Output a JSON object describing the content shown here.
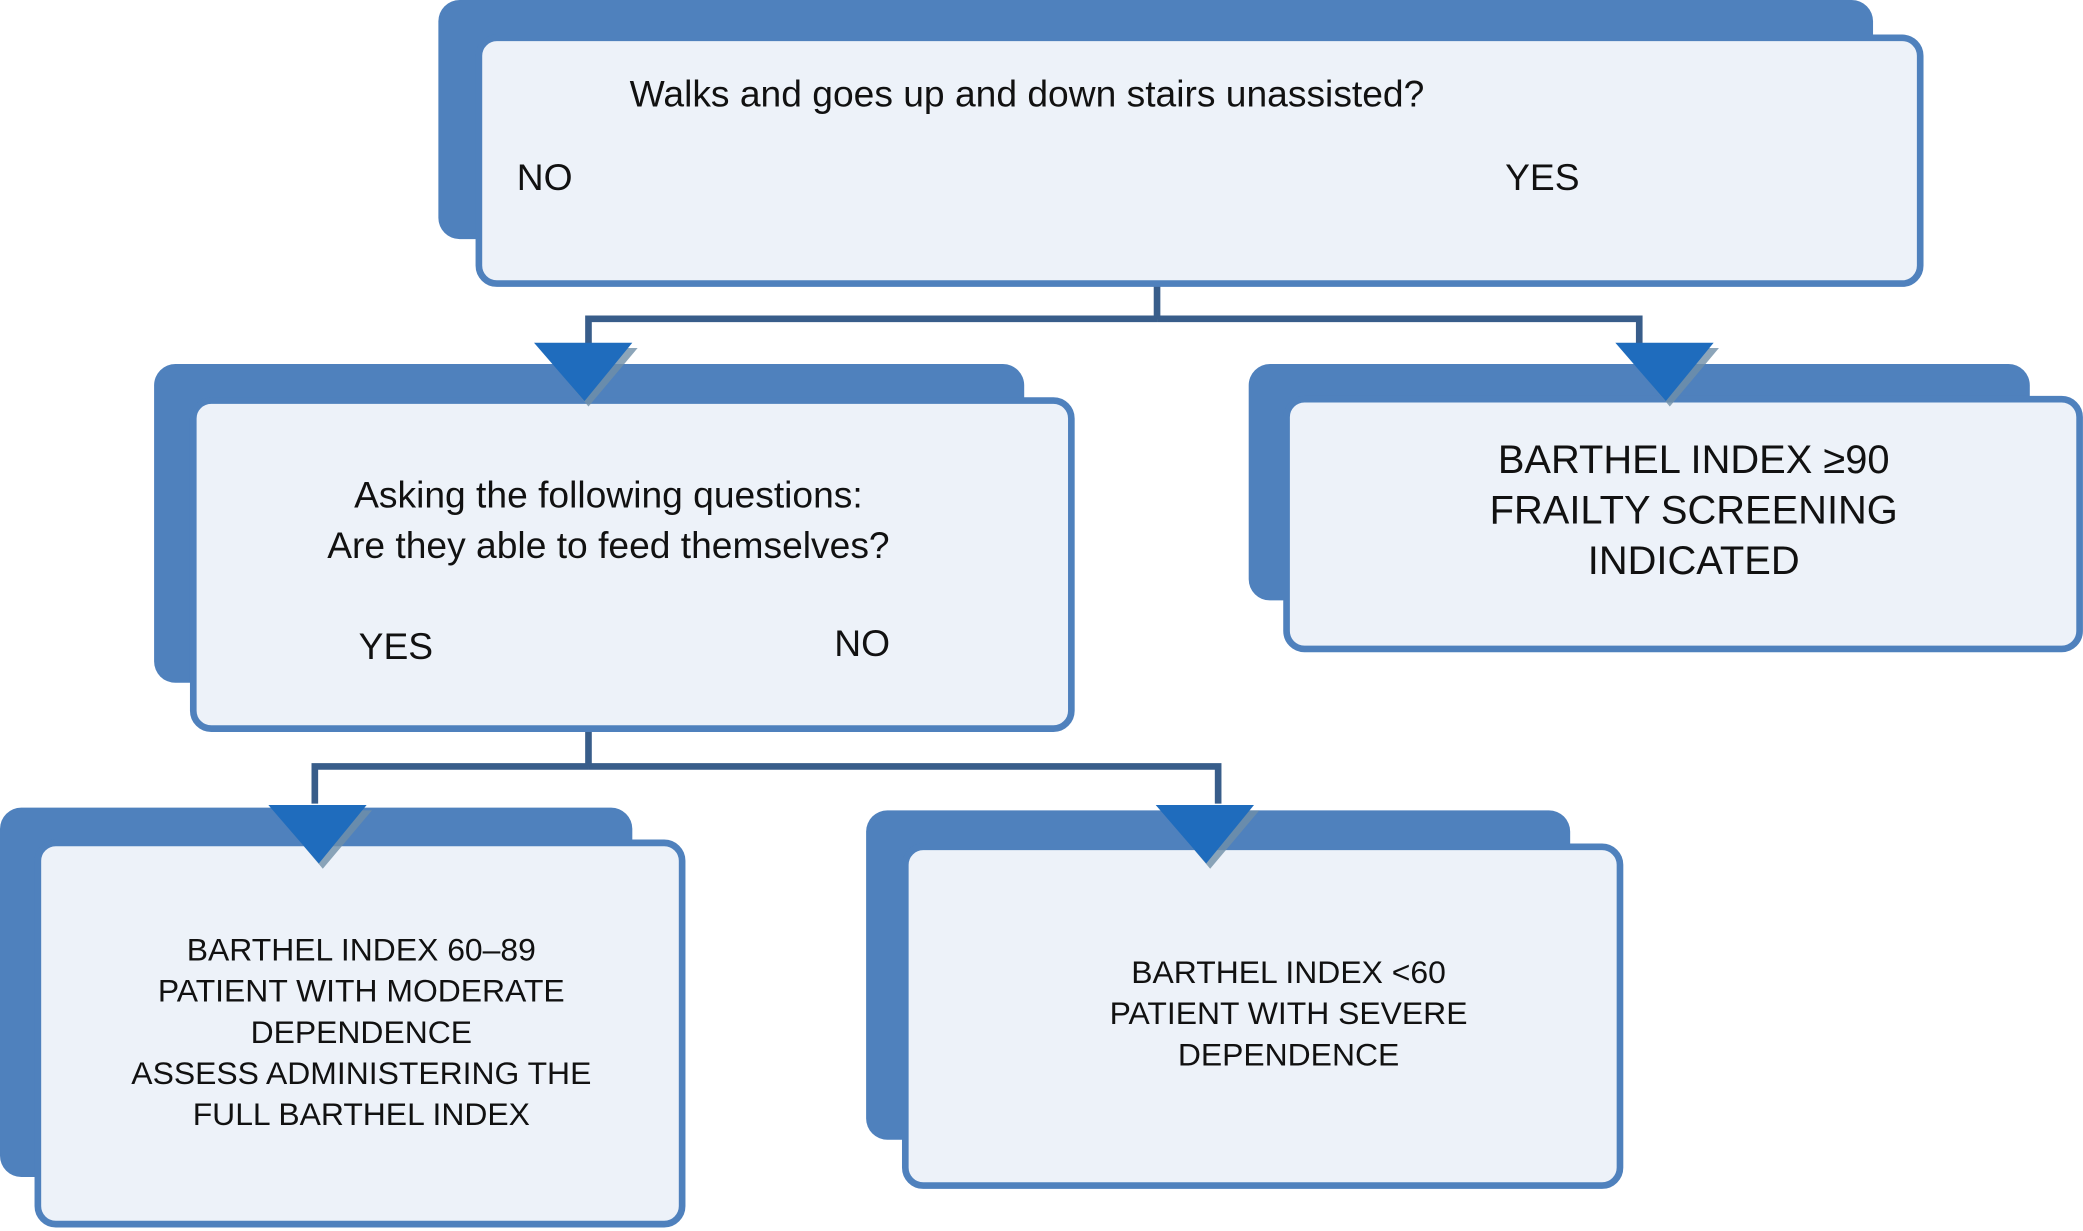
{
  "colors": {
    "shadow": "#4f81bd",
    "panel_fill": "#edf2f9",
    "panel_border": "#4f81bd",
    "connector": "#385d8a",
    "arrow": "#1f6cbd",
    "text": "#111111"
  },
  "nodes": {
    "root": {
      "question": "Walks and goes up and down stairs unassisted?",
      "no_label": "NO",
      "yes_label": "YES"
    },
    "feeding": {
      "line1": "Asking the following questions:",
      "line2": "Are they able to feed themselves?",
      "yes_label": "YES",
      "no_label": "NO"
    },
    "barthel_high": {
      "line1": "BARTHEL INDEX ≥90",
      "line2": "FRAILTY SCREENING",
      "line3": "INDICATED"
    },
    "barthel_moderate": {
      "line1": "BARTHEL INDEX 60–89",
      "line2": "PATIENT WITH MODERATE",
      "line3": "DEPENDENCE",
      "line4": "ASSESS ADMINISTERING THE",
      "line5": "FULL BARTHEL INDEX"
    },
    "barthel_severe": {
      "line1": "BARTHEL INDEX <60",
      "line2": "PATIENT WITH SEVERE",
      "line3": "DEPENDENCE"
    }
  },
  "connections": [
    {
      "from": "root",
      "branch": "NO",
      "to": "feeding"
    },
    {
      "from": "root",
      "branch": "YES",
      "to": "barthel_high"
    },
    {
      "from": "feeding",
      "branch": "YES",
      "to": "barthel_moderate"
    },
    {
      "from": "feeding",
      "branch": "NO",
      "to": "barthel_severe"
    }
  ]
}
